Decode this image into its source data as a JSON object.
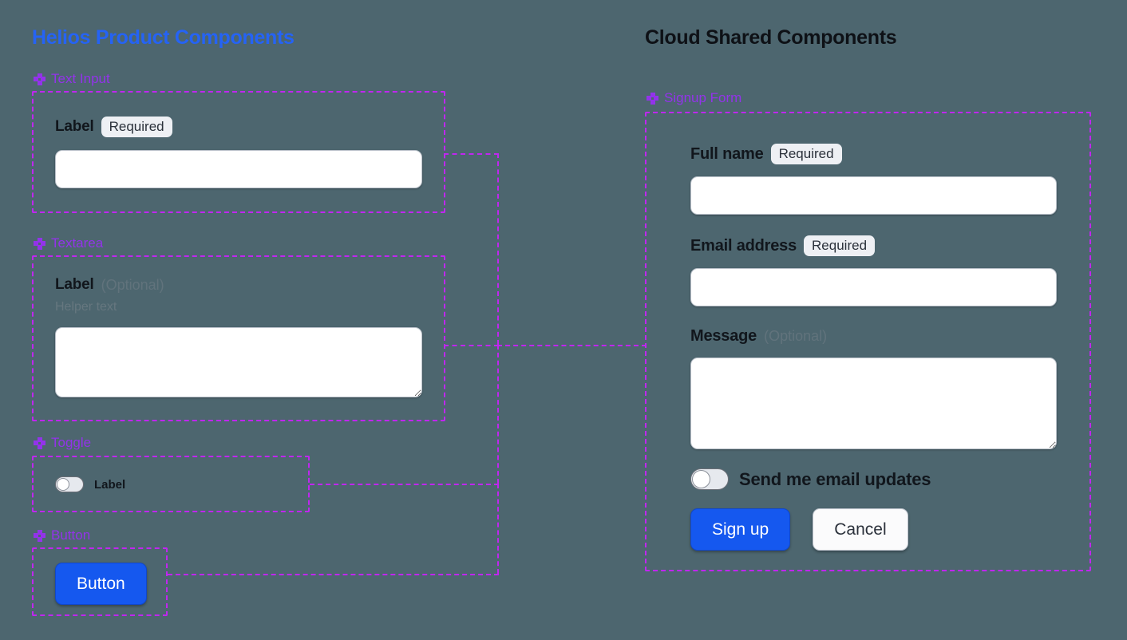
{
  "canvas": {
    "background": "#4d666f",
    "accent_dashed": "#c026f0",
    "accent_group_label": "#9333ea",
    "accent_left_title": "#2563f5",
    "accent_right_title": "#0e1116",
    "primary_button": "#1558ef"
  },
  "left_panel": {
    "title": "Helios Product Components",
    "groups": [
      {
        "icon": "diamond-icon",
        "label": "Text Input"
      },
      {
        "icon": "diamond-icon",
        "label": "Textarea"
      },
      {
        "icon": "diamond-icon",
        "label": "Toggle"
      },
      {
        "icon": "diamond-icon",
        "label": "Button"
      }
    ],
    "text_input": {
      "label": "Label",
      "badge": "Required",
      "value": "",
      "placeholder": ""
    },
    "textarea": {
      "label": "Label",
      "optional_tag": "(Optional)",
      "helper_text": "Helper text",
      "value": "",
      "placeholder": ""
    },
    "toggle": {
      "label": "Label",
      "checked": false
    },
    "button": {
      "label": "Button"
    }
  },
  "right_panel": {
    "title": "Cloud Shared Components",
    "groups": [
      {
        "icon": "diamond-icon",
        "label": "Signup Form"
      }
    ],
    "signup_form": {
      "full_name": {
        "label": "Full name",
        "badge": "Required",
        "value": "",
        "placeholder": ""
      },
      "email_address": {
        "label": "Email address",
        "badge": "Required",
        "value": "",
        "placeholder": ""
      },
      "message": {
        "label": "Message",
        "optional_tag": "(Optional)",
        "value": "",
        "placeholder": ""
      },
      "email_updates_toggle": {
        "label": "Send me email updates",
        "checked": false
      },
      "submit_button": "Sign up",
      "cancel_button": "Cancel"
    }
  }
}
